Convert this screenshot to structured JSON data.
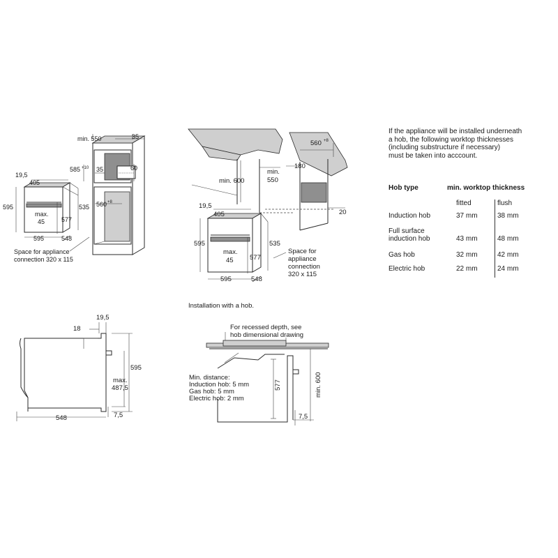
{
  "top_left": {
    "dims": [
      "min. 550",
      "35",
      "585",
      "+10",
      "35",
      "60",
      "560",
      "+8",
      "19,5",
      "405",
      "595",
      "535",
      "max.",
      "45",
      "577",
      "595",
      "548"
    ],
    "space_note": [
      "Space for appliance",
      "connection 320 x 115"
    ]
  },
  "top_middle": {
    "dims": [
      "560",
      "+8",
      "min. 600",
      "min.",
      "550",
      "180",
      "20",
      "19,5",
      "405",
      "595",
      "535",
      "max.",
      "45",
      "577",
      "595",
      "548"
    ],
    "space_note": [
      "Space for",
      "appliance",
      "connection",
      "320 x 115"
    ]
  },
  "bottom_left": {
    "dims": [
      "19,5",
      "18",
      "595",
      "max.",
      "487,5",
      "7,5",
      "548"
    ]
  },
  "bottom_middle": {
    "title": "Installation with a hob.",
    "recess_note": [
      "For recessed depth, see",
      "hob dimensional drawing"
    ],
    "distance_note": [
      "Min. distance:",
      "Induction hob: 5 mm",
      "Gas hob: 5 mm",
      "Electric hob: 2 mm"
    ],
    "dims": [
      "577",
      "min. 600",
      "7,5"
    ]
  },
  "note": {
    "lines": [
      "If the appliance will be installed underneath",
      "a hob, the following worktop thicknesses",
      "(including substructure if necessary)",
      "must be taken into acccount."
    ]
  },
  "hob_table": {
    "header_type": "Hob type",
    "header_thickness": "min. worktop thickness",
    "sub_fitted": "fitted",
    "sub_flush": "flush",
    "rows": [
      {
        "type": [
          "Induction hob"
        ],
        "fitted": "37 mm",
        "flush": "38 mm"
      },
      {
        "type": [
          "Full surface",
          "induction hob"
        ],
        "fitted": "43 mm",
        "flush": "48 mm"
      },
      {
        "type": [
          "Gas hob"
        ],
        "fitted": "32 mm",
        "flush": "42 mm"
      },
      {
        "type": [
          "Electric hob"
        ],
        "fitted": "22 mm",
        "flush": "24 mm"
      }
    ]
  }
}
